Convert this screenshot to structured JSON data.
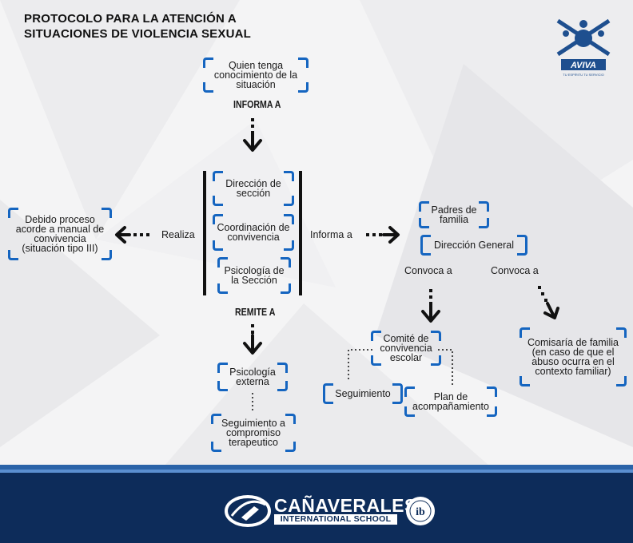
{
  "title": {
    "line1": "PROTOCOLO PARA LA ATENCIÓN A",
    "line2": "SITUACIONES DE VIOLENCIA SEXUAL"
  },
  "logo": {
    "text": "AVIVA",
    "tagline": "TU ESPÍRITU TU SERVICIO"
  },
  "nodes": {
    "quien_tenga": "Quien tenga conocimiento de la situación",
    "direccion_seccion": "Dirección de sección",
    "coordinacion": "Coordinación de convivencia",
    "psicologia_seccion": "Psicología de la Sección",
    "debido_proceso": "Debido proceso acorde a manual de convivencia (situación tipo III)",
    "padres": "Padres de familia",
    "direccion_general": "Dirección General",
    "comite": "Comité de convivencia escolar",
    "comisaria": "Comisaría de familia (en caso de que el abuso ocurra en el contexto familiar)",
    "seguimiento": "Seguimiento",
    "plan": "Plan de acompañamiento",
    "psicologia_externa": "Psicología externa",
    "seguimiento_compromiso": "Seguimiento a compromiso terapeutico"
  },
  "labels": {
    "informa_a_caps": "INFORMA A",
    "remite_a": "REMITE A",
    "realiza": "Realiza",
    "informa_a": "Informa a",
    "convoca_a_1": "Convoca a",
    "convoca_a_2": "Convoca a"
  },
  "footer": {
    "brand": "CAÑAVERALES",
    "brand_sub": "INTERNATIONAL SCHOOL",
    "seal": "ib"
  },
  "colors": {
    "bracket": "#1565c0",
    "footer_bg": "#0d2c5a",
    "text": "#1a1a1a"
  }
}
